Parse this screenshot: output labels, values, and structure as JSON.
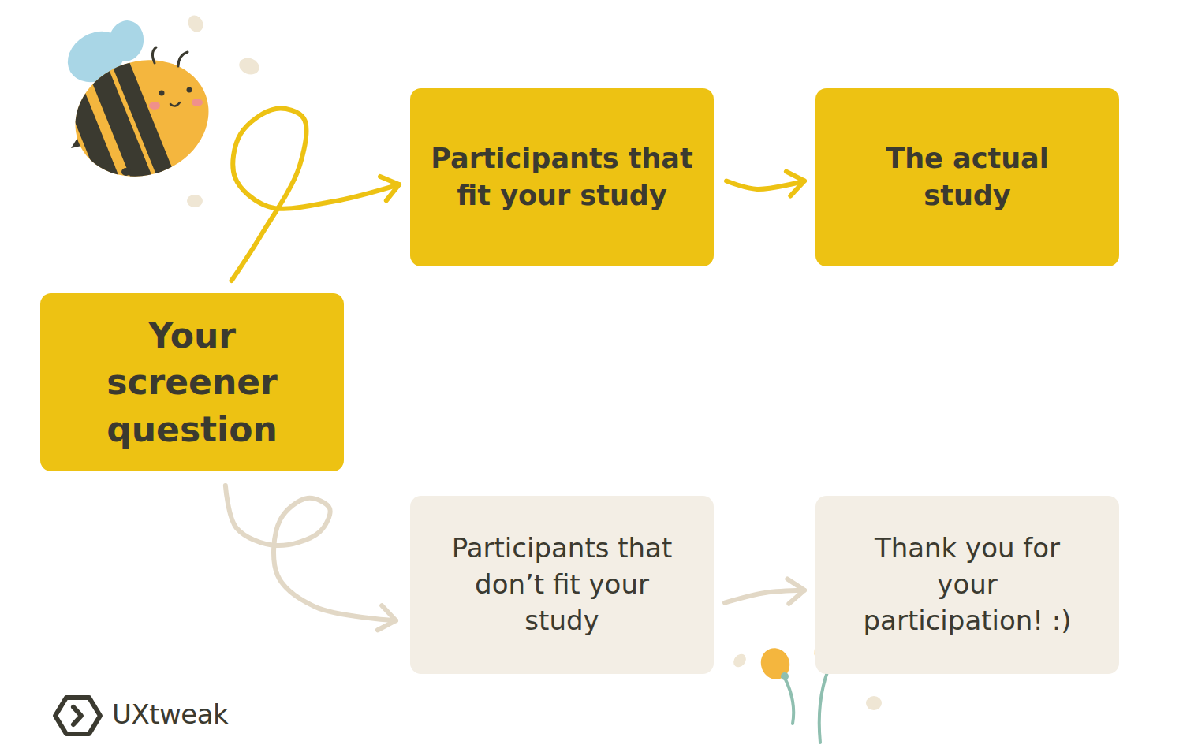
{
  "diagram": {
    "nodes": [
      {
        "text": [
          "Your screener question"
        ]
      },
      {
        "text": [
          "Participants that fit your study"
        ]
      },
      {
        "text": [
          "The actual study"
        ]
      },
      {
        "text": [
          "Participants that don’t fit your study"
        ]
      },
      {
        "text": [
          "Thank you for your participation! :)"
        ]
      }
    ],
    "edges": [
      {
        "from": 0,
        "to": 1,
        "arrow": "to"
      },
      {
        "from": 1,
        "to": 2,
        "arrow": "to"
      },
      {
        "from": 0,
        "to": 3,
        "arrow": "to"
      },
      {
        "from": 3,
        "to": 4,
        "arrow": "to"
      }
    ],
    "labels": [
      "UXtweak"
    ]
  }
}
